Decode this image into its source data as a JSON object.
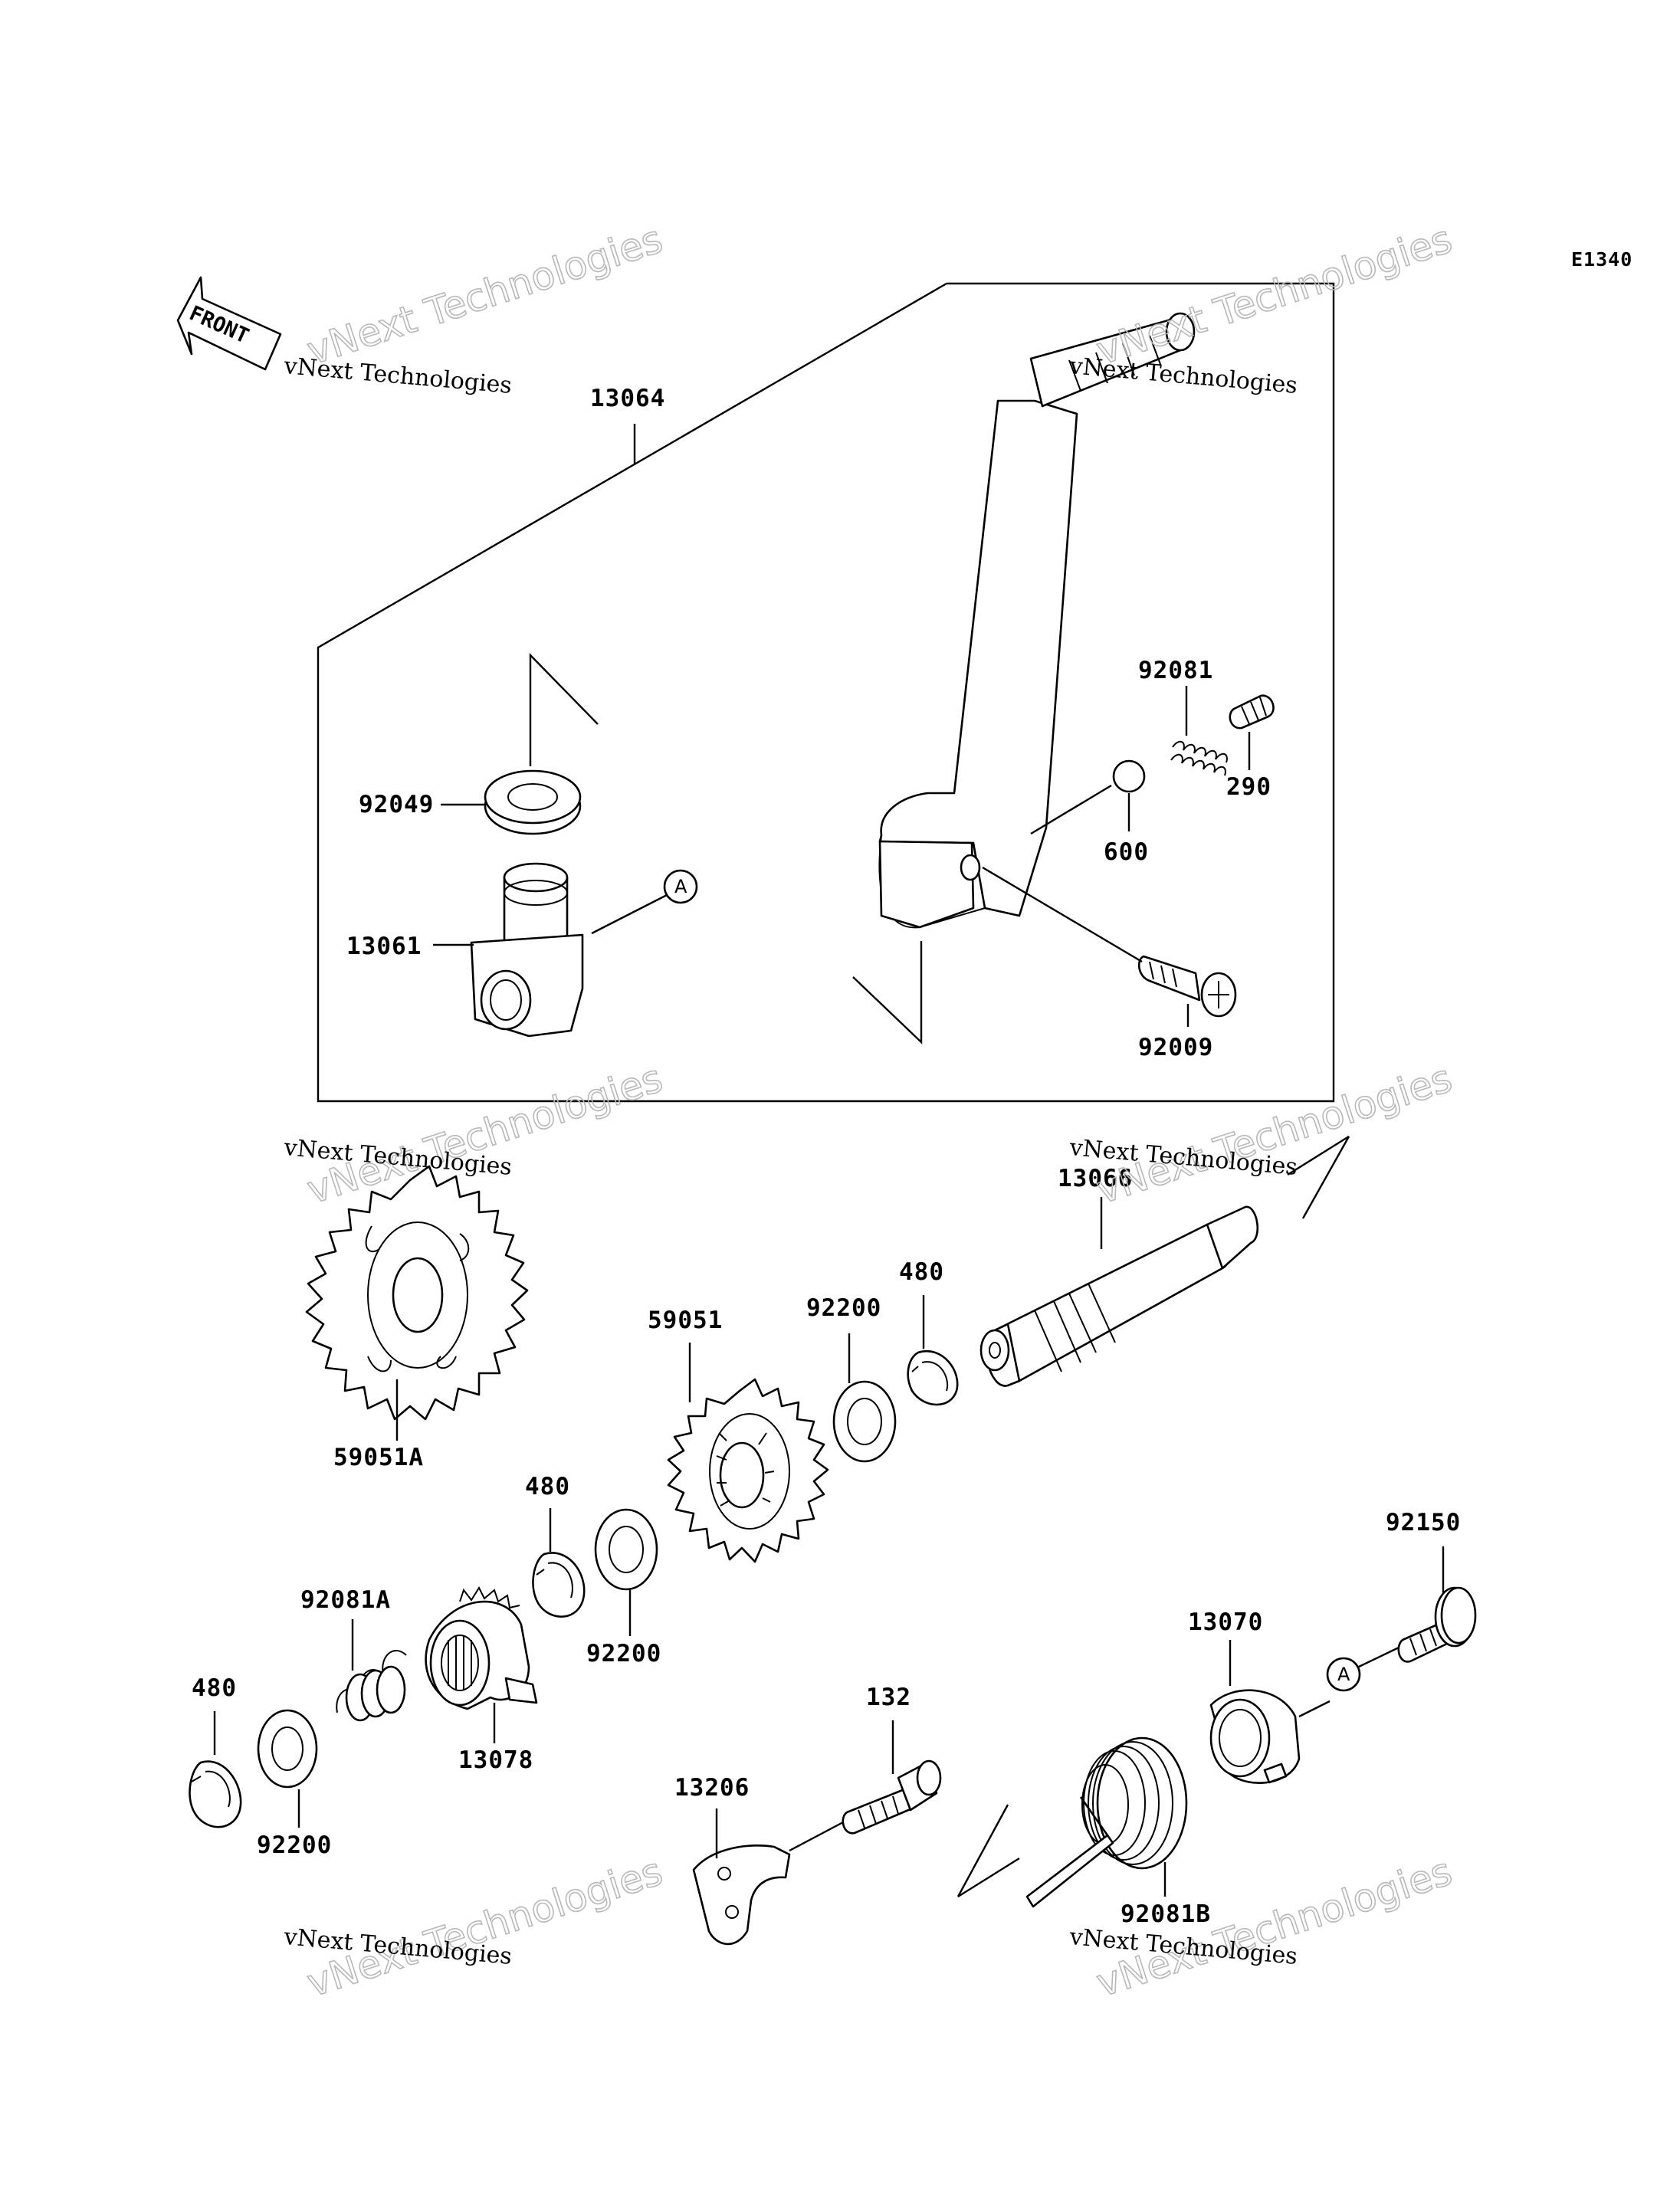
{
  "diagram_code": "E1340",
  "front_label": "FRONT",
  "ref_marker": "A",
  "watermark": {
    "line1": "vNext Technologies",
    "line2": "vNext Technologies"
  },
  "parts": {
    "p13064": "13064",
    "p92081": "92081",
    "p290": "290",
    "p92049": "92049",
    "p600": "600",
    "p13061": "13061",
    "p92009": "92009",
    "p13066": "13066",
    "p480_top": "480",
    "p92200_top": "92200",
    "p59051": "59051",
    "p59051A": "59051A",
    "p480_mid": "480",
    "p92081A": "92081A",
    "p92200_mid": "92200",
    "p92150": "92150",
    "p13070": "13070",
    "p480_low": "480",
    "p13078": "13078",
    "p132": "132",
    "p13206": "13206",
    "p92200_low": "92200",
    "p92081B": "92081B"
  }
}
